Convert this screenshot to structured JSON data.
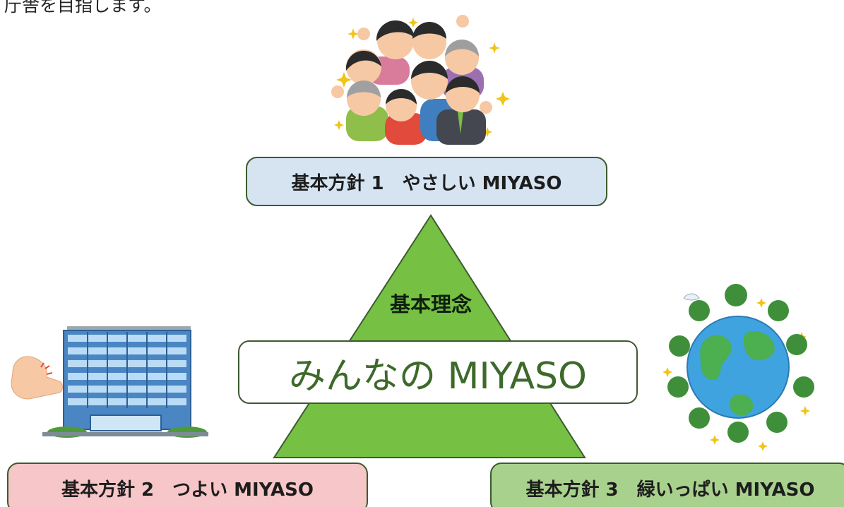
{
  "intro_text": "庁舎を目指します。",
  "central_concept": {
    "label": "基本理念",
    "title": "みんなの MIYASO"
  },
  "policies": [
    {
      "label": "基本方針 1　やさしい MIYASO",
      "color": "#d6e4f2"
    },
    {
      "label": "基本方針 2　つよい MIYASO",
      "color": "#f7c6c8"
    },
    {
      "label": "基本方針 3　緑いっぱい MIYASO",
      "color": "#a9d18e"
    }
  ],
  "colors": {
    "triangle": "#76c043",
    "border": "#3d5a30",
    "text_green": "#3d6a2a"
  },
  "illustrations": [
    "people-group-illustration",
    "office-building-illustration",
    "flexed-arm-icon",
    "earth-with-trees-illustration"
  ]
}
